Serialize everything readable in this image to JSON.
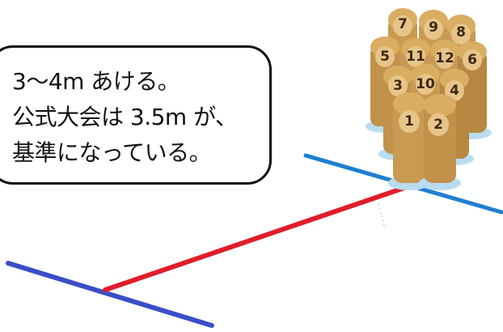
{
  "callout": {
    "lines": [
      "3〜4m あける。",
      "公式大会は 3.5m が、",
      "基準になっている。"
    ]
  },
  "pins": {
    "numbers": [
      "1",
      "2",
      "3",
      "4",
      "5",
      "6",
      "7",
      "8",
      "9",
      "10",
      "11",
      "12"
    ]
  },
  "colors": {
    "throw_line": "#3a4ec8",
    "target_line": "#1e7fd0",
    "distance_line": "#e01e2a",
    "pin_wood": "#d9ad62",
    "pin_shadow": "#b88742",
    "pin_base_glow": "#b8dcf0",
    "callout_border": "#111111"
  }
}
